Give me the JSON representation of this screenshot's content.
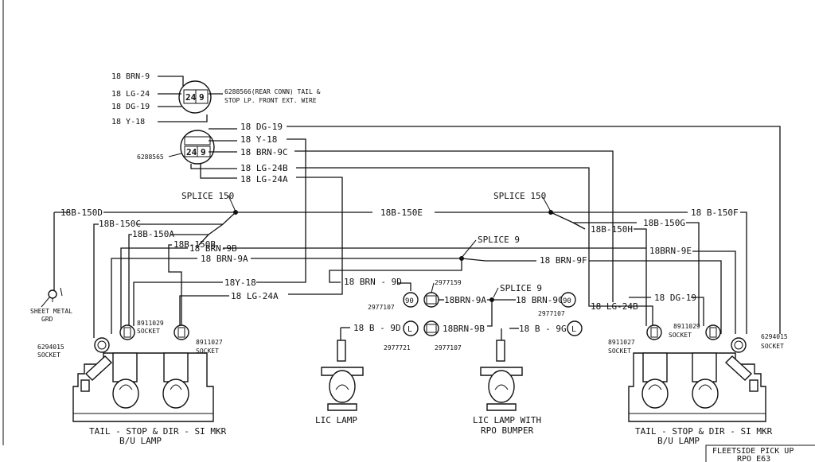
{
  "connector_top": {
    "wires": [
      "18 BRN-9",
      "18 LG-24",
      "18 DG-19",
      "18 Y-18"
    ],
    "pins": [
      "24",
      "9"
    ],
    "part_line1": "6288566(REAR CONN) TAIL &",
    "part_line2": "STOP LP. FRONT EXT. WIRE"
  },
  "connector_bottom": {
    "part": "6288565",
    "pins": [
      "24",
      "9"
    ],
    "wires": [
      "18 DG-19",
      "18 Y-18",
      "18 BRN-9C",
      "18 LG-24B",
      "18 LG-24A"
    ]
  },
  "left": {
    "splice": "SPLICE 150",
    "wires": [
      "18B-150D",
      "18B-150C",
      "18B-150A",
      "18B-150B",
      "18 BRN-9B",
      "18 BRN-9A",
      "18Y-18",
      "18 LG-24A"
    ],
    "ground": "SHEET METAL",
    "ground2": "GRD",
    "socket_a": "6294015",
    "socket_a_label": "SOCKET",
    "socket_b": "8911029",
    "socket_b_label": "SOCKET",
    "socket_c": "8911027",
    "socket_c_label": "SOCKET",
    "lamp_caption1": "TAIL - STOP & DIR - SI MKR",
    "lamp_caption2": "B/U LAMP"
  },
  "center": {
    "splice9": "SPLICE 9",
    "wire_150e": "18B-150E",
    "wire_9d": "18 BRN - 9D",
    "wire_9d2": "18 B - 9D",
    "wire_9a": "18BRN-9A",
    "wire_9b": "18BRN-9B",
    "wire_9c": "18 BRN-9C",
    "wire_9g": "18 B - 9G",
    "p2977159": "2977159",
    "p2977107a": "2977107",
    "p2977107b": "2977107",
    "p2977107c": "2977107",
    "p2977721": "2977721",
    "lic_lamp": "LIC LAMP",
    "lic_lamp_bumper1": "LIC LAMP WITH",
    "lic_lamp_bumper2": "RPO BUMPER",
    "conn_90": "90",
    "conn_l": "L"
  },
  "right": {
    "splice": "SPLICE 150",
    "wires": [
      "18 B-150F",
      "18B-150G",
      "18B-150H",
      "18BRN-9E",
      "18 BRN-9F",
      "18 DG-19",
      "18 LG-24B"
    ],
    "socket_a": "6294015",
    "socket_a_label": "SOCKET",
    "socket_b": "8911029",
    "socket_b_label": "SOCKET",
    "socket_c": "8911027",
    "socket_c_label": "SOCKET",
    "lamp_caption1": "TAIL - STOP & DIR - SI MKR",
    "lamp_caption2": "B/U LAMP"
  },
  "title_block": {
    "line1": "FLEETSIDE PICK UP",
    "line2": "RPO E63"
  }
}
